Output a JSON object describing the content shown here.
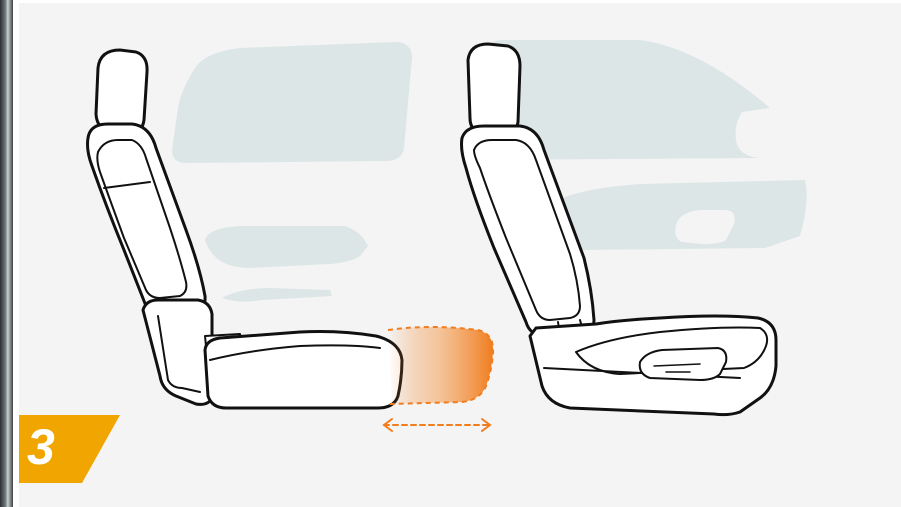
{
  "step": {
    "number": "3",
    "badge_color": "#f0a500"
  },
  "colors": {
    "panel_background": "#f4f4f4",
    "car_silhouette": "#dde6e6",
    "seat_outline": "#111111",
    "seat_fill": "#ffffff",
    "adjust_highlight": "#f07d1e"
  },
  "illustration": {
    "left_seat": "seat-side-view-cushion-extension",
    "right_seat": "seat-rear-three-quarter-view",
    "adjustment_arrow": "double-headed-horizontal-arrow"
  }
}
